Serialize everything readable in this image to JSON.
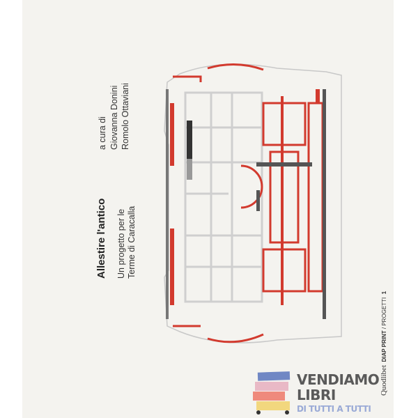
{
  "book": {
    "title": "Allestire l'antico",
    "subtitle_line1": "Un progetto per le",
    "subtitle_line2": "Terme di Caracalla",
    "editors_label": "a cura di",
    "editor1": "Giovanna Donini",
    "editor2": "Romolo Ottaviani",
    "publisher": "Quodlibet",
    "series": "DIAP PRINT",
    "series_sub": "/ PROGETTI",
    "series_number": "1"
  },
  "watermark": {
    "line1": "VENDIAMO",
    "line2": "LIBRI",
    "line3": "DI TUTTI A TUTTI",
    "colors": {
      "blue": "#7087c4",
      "pink": "#e9b9c6",
      "salmon": "#ef8a7c",
      "yellow": "#f2d77e",
      "tagline": "#9aaad6"
    }
  },
  "colors": {
    "cover": "#f4f3ef",
    "plan_red": "#d23a2e",
    "plan_grey": "#b9b9b9"
  }
}
